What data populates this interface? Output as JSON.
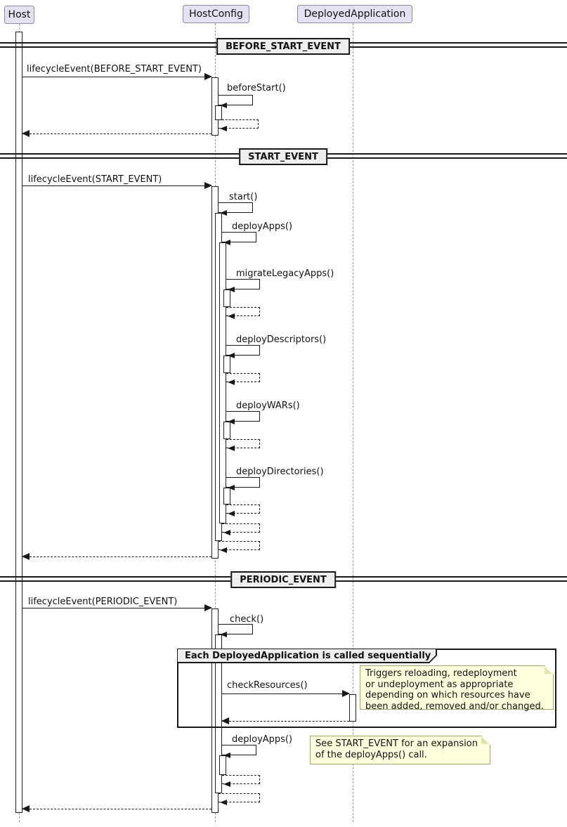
{
  "participants": {
    "host": "Host",
    "host_config": "HostConfig",
    "deployed_application": "DeployedApplication"
  },
  "dividers": {
    "before_start": "BEFORE_START_EVENT",
    "start": "START_EVENT",
    "periodic": "PERIODIC_EVENT"
  },
  "messages": {
    "lifecycle_before_start": "lifecycleEvent(BEFORE_START_EVENT)",
    "before_start": "beforeStart()",
    "lifecycle_start": "lifecycleEvent(START_EVENT)",
    "start": "start()",
    "deploy_apps": "deployApps()",
    "migrate_legacy_apps": "migrateLegacyApps()",
    "deploy_descriptors": "deployDescriptors()",
    "deploy_wars": "deployWARs()",
    "deploy_directories": "deployDirectories()",
    "lifecycle_periodic": "lifecycleEvent(PERIODIC_EVENT)",
    "check": "check()",
    "check_resources": "checkResources()",
    "deploy_apps_periodic": "deployApps()"
  },
  "group": {
    "label": "Each DeployedApplication is called sequentially"
  },
  "notes": {
    "check_resources_note": "Triggers reloading, redeployment\nor undeployment as appropriate\ndepending on which resources have\nbeen added, removed and/or changed.",
    "deploy_apps_note": "See START_EVENT for an expansion\nof the deployApps() call."
  },
  "colors": {
    "participant_fill": "#E2E2F0",
    "participant_border": "#8A8AA3",
    "divider_fill": "#EEEEEE",
    "note_fill": "#FEFFDD",
    "note_border": "#A3A36B",
    "line": "#181818",
    "lifeline": "#9A9A9A",
    "activation_fill": "#FFFFFF"
  }
}
